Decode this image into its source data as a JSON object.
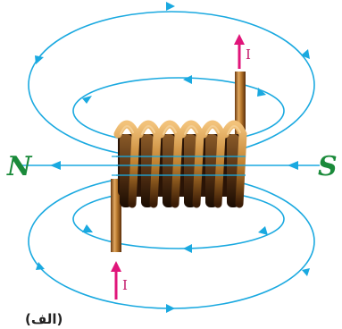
{
  "labels": {
    "north": "N",
    "south": "S",
    "current_top": "I",
    "current_bottom": "I",
    "caption": "(الف)"
  },
  "colors": {
    "field_line": "#1aa9e0",
    "current_arrow": "#e0157a",
    "pole_label": "#1a8a3a",
    "copper": "#b8782c"
  }
}
